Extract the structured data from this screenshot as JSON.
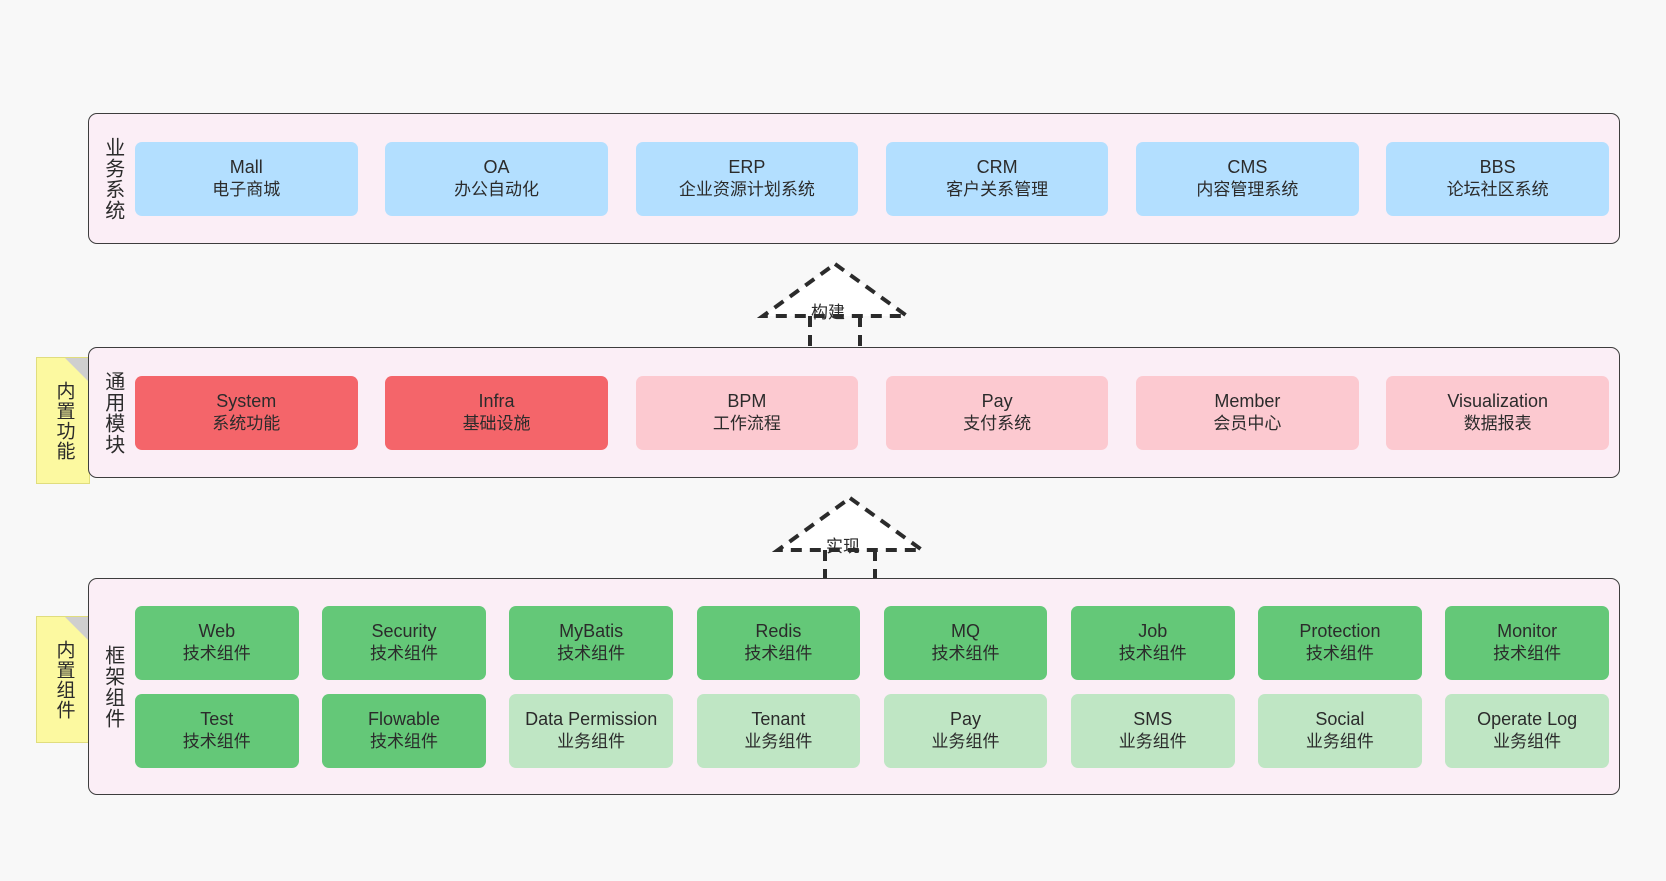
{
  "page": {
    "background": "#f8f8f8",
    "band_fill": "#fbeef6",
    "band_border": "#3d3d3d",
    "note_fill": "#fcf9a0"
  },
  "layers": [
    {
      "id": "business-system",
      "title": "业务系统",
      "note": null,
      "palette": "#b3dfff",
      "cards": [
        {
          "en": "Mall",
          "cn": "电子商城",
          "color": "#b3dfff"
        },
        {
          "en": "OA",
          "cn": "办公自动化",
          "color": "#b3dfff"
        },
        {
          "en": "ERP",
          "cn": "企业资源计划系统",
          "color": "#b3dfff"
        },
        {
          "en": "CRM",
          "cn": "客户关系管理",
          "color": "#b3dfff"
        },
        {
          "en": "CMS",
          "cn": "内容管理系统",
          "color": "#b3dfff"
        },
        {
          "en": "BBS",
          "cn": "论坛社区系统",
          "color": "#b3dfff"
        }
      ]
    },
    {
      "id": "common-module",
      "title": "通用模块",
      "note": "内置功能",
      "palette": "#f4656a",
      "cards": [
        {
          "en": "System",
          "cn": "系统功能",
          "color": "#f4656a"
        },
        {
          "en": "Infra",
          "cn": "基础设施",
          "color": "#f4656a"
        },
        {
          "en": "BPM",
          "cn": "工作流程",
          "color": "#fcc9d0"
        },
        {
          "en": "Pay",
          "cn": "支付系统",
          "color": "#fcc9d0"
        },
        {
          "en": "Member",
          "cn": "会员中心",
          "color": "#fcc9d0"
        },
        {
          "en": "Visualization",
          "cn": "数据报表",
          "color": "#fcc9d0"
        }
      ]
    },
    {
      "id": "framework-component",
      "title": "框架组件",
      "note": "内置组件",
      "palette": "#64c878",
      "rows": [
        [
          {
            "en": "Web",
            "cn": "技术组件",
            "color": "#64c878"
          },
          {
            "en": "Security",
            "cn": "技术组件",
            "color": "#64c878"
          },
          {
            "en": "MyBatis",
            "cn": "技术组件",
            "color": "#64c878"
          },
          {
            "en": "Redis",
            "cn": "技术组件",
            "color": "#64c878"
          },
          {
            "en": "MQ",
            "cn": "技术组件",
            "color": "#64c878"
          },
          {
            "en": "Job",
            "cn": "技术组件",
            "color": "#64c878"
          },
          {
            "en": "Protection",
            "cn": "技术组件",
            "color": "#64c878"
          },
          {
            "en": "Monitor",
            "cn": "技术组件",
            "color": "#64c878"
          }
        ],
        [
          {
            "en": "Test",
            "cn": "技术组件",
            "color": "#64c878"
          },
          {
            "en": "Flowable",
            "cn": "技术组件",
            "color": "#64c878"
          },
          {
            "en": "Data Permission",
            "cn": "业务组件",
            "color": "#bfe6c4"
          },
          {
            "en": "Tenant",
            "cn": "业务组件",
            "color": "#bfe6c4"
          },
          {
            "en": "Pay",
            "cn": "业务组件",
            "color": "#bfe6c4"
          },
          {
            "en": "SMS",
            "cn": "业务组件",
            "color": "#bfe6c4"
          },
          {
            "en": "Social",
            "cn": "业务组件",
            "color": "#bfe6c4"
          },
          {
            "en": "Operate Log",
            "cn": "业务组件",
            "color": "#bfe6c4"
          }
        ]
      ]
    }
  ],
  "connectors": [
    {
      "id": "build",
      "label": "构建",
      "style": "dashed-hollow-triangle-up"
    },
    {
      "id": "implement",
      "label": "实现",
      "style": "dashed-hollow-triangle-up"
    }
  ]
}
